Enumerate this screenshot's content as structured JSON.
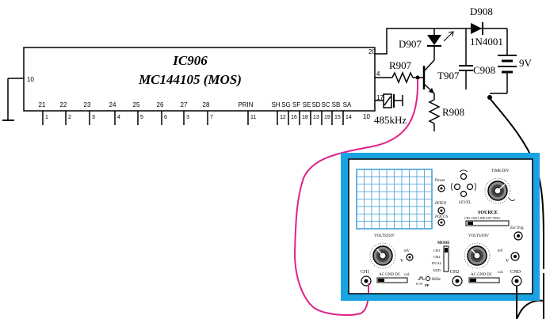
{
  "ic": {
    "name": "IC906",
    "part": "MC144105 (MOS)",
    "pin_left": "10",
    "pin_top_right": "20",
    "pin_right_top": "4",
    "pin_right_mid": "17",
    "pin_right_bottom": "10",
    "pins_top": [
      "21",
      "22",
      "23",
      "24",
      "25",
      "26",
      "27",
      "28",
      "PRIN",
      "SH",
      "SG",
      "SF",
      "SE",
      "SD",
      "SC",
      "SB",
      "SA"
    ],
    "pins_bottom": [
      "1",
      "2",
      "3",
      "4",
      "5",
      "6",
      "3",
      "7",
      "11",
      "12",
      "16",
      "18",
      "13",
      "19",
      "15",
      "14"
    ]
  },
  "components": {
    "d907": "D907",
    "d908": "D908",
    "d908_part": "1N4001",
    "r907": "R907",
    "t907": "T907",
    "c908": "C908",
    "r908": "R908",
    "battery": "9V",
    "crystal_freq": "485kHz"
  },
  "scope": {
    "power": "Power",
    "inten": "INTEN",
    "focus": "FOCUS",
    "level": "LEVEL",
    "time_div": "TIME/DIV",
    "source": "SOURCE",
    "source_opts": "CH1 CH2 LINE EXT.TRIG.",
    "ext_trig": "Ext Trig.",
    "volts_div": "VOLTS/DIV",
    "mode": "MODE",
    "mode_opts": [
      "CH1",
      "CH2",
      "DUAL",
      "ADD"
    ],
    "ch1": "CH1",
    "ch2": "CH2",
    "gnd": "GND",
    "coupling": "AC  GND  DC",
    "cal": "cal.",
    "mv": "mV",
    "v": "V",
    "cal_signal": "1KHz",
    "cal_amp": "0.5V",
    "pp": "PP"
  },
  "colors": {
    "scope_frame": "#1aa3e3",
    "screen_grid": "#3a9bd9",
    "probe_wire": "#e0218a",
    "ink": "#000000"
  }
}
